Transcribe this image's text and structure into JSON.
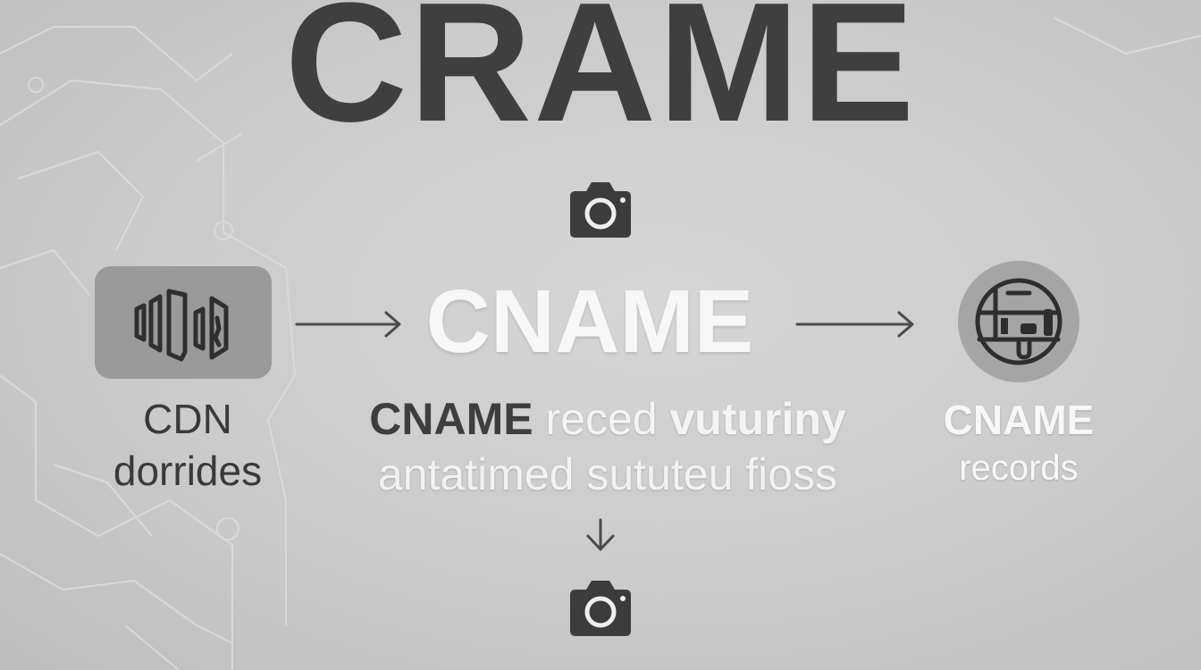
{
  "title": "CRAME",
  "cdn": {
    "icon": "cdn-servers-icon",
    "label_line1": "CDN",
    "label_line2": "dorrides"
  },
  "center": {
    "top_icon": "camera-icon",
    "title": "CNAME",
    "line1_bold": "CNAME",
    "line1_light": "reced",
    "line1_bold2": "vuturiny",
    "line2": "antatimed sututeu fioss",
    "bottom_icon": "camera-icon"
  },
  "records": {
    "icon": "records-icon",
    "label_bold": "CNAME",
    "label_light": "records"
  },
  "colors": {
    "background": "#cbcbcb",
    "dark_text": "#3f3f3f",
    "light_text": "#f7f7f7",
    "box": "#9a9a9a"
  }
}
